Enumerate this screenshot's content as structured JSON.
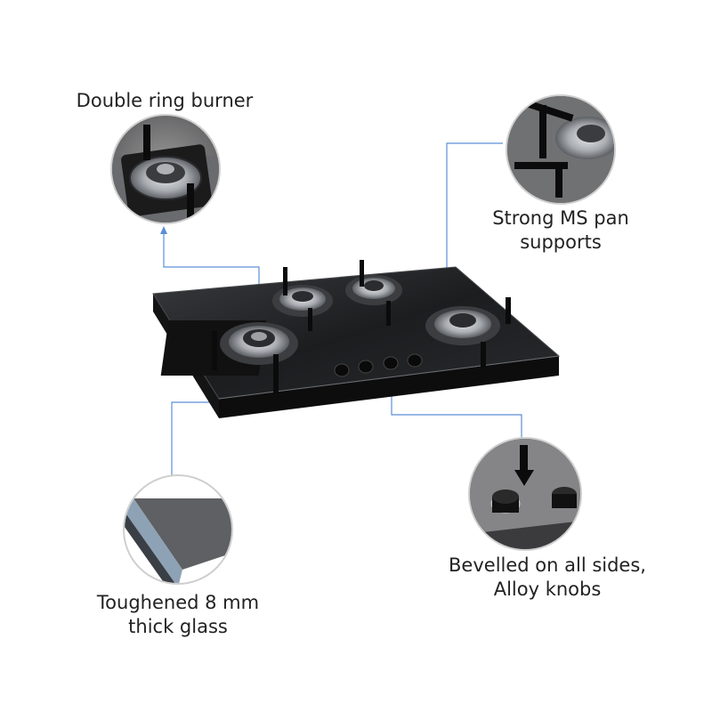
{
  "callouts": {
    "burner": {
      "line1": "Double ring burner"
    },
    "pan_supports": {
      "line1": "Strong MS pan",
      "line2": "supports"
    },
    "knobs": {
      "line1": "Bevelled on all sides,",
      "line2": "Alloy knobs"
    },
    "glass": {
      "line1": "Toughened 8 mm",
      "line2": "thick glass"
    }
  },
  "colors": {
    "leader_line": "#5b8fd6",
    "glass_top": "#1f2022",
    "frame_edge": "#0d0d0e",
    "burner_metal": "#b9bcc0",
    "zoom_ring": "#cfcfcf"
  },
  "icons": [
    "burner-icon",
    "pan-support-icon",
    "knob-icon",
    "glass-edge-icon"
  ]
}
